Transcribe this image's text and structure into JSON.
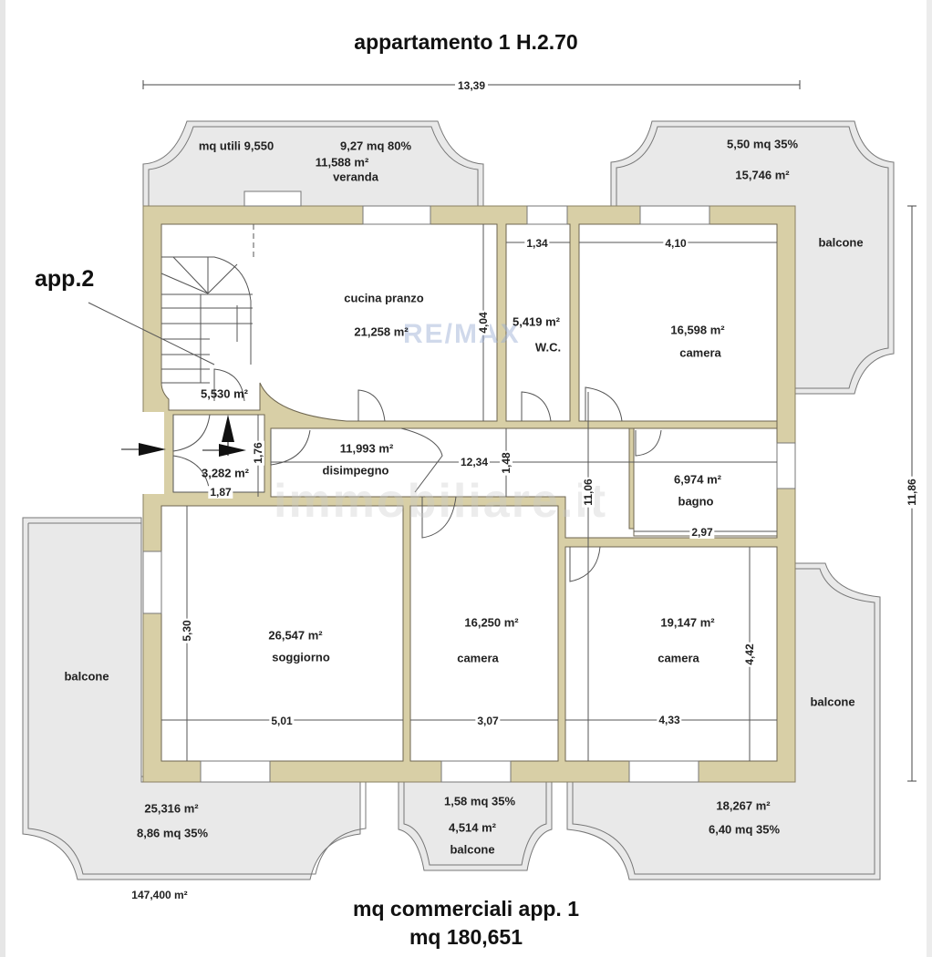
{
  "header": {
    "title": "appartamento 1 H.2.70"
  },
  "dimensions": {
    "overall_width": "13,39",
    "overall_height": "11,86",
    "inner_height": "11,06",
    "corridor_length": "12,34",
    "corridor_width": "1,48",
    "kitchen_height": "4,04",
    "wc_width": "1,34",
    "camera_top_width": "4,10",
    "entry_height": "1,76",
    "entry_width": "1,87",
    "bagno_width": "2,97",
    "soggiorno_height": "5,30",
    "soggiorno_width": "5,01",
    "camera_mid_width": "3,07",
    "camera_right_width": "4,33",
    "camera_right_height": "4,42"
  },
  "annotations": {
    "app2_label": "app.2",
    "veranda_mq_utili": "mq utili 9,550",
    "veranda_pct": "9,27 mq 80%",
    "total_floor": "147,400 m²"
  },
  "rooms": [
    {
      "name": "veranda",
      "area": "11,588 m²"
    },
    {
      "name": "cucina pranzo",
      "area": "21,258 m²"
    },
    {
      "name": "W.C.",
      "area": "5,419 m²"
    },
    {
      "name": "camera",
      "area": "16,598 m²"
    },
    {
      "name": "",
      "area": "5,530 m²"
    },
    {
      "name": "",
      "area": "3,282 m²"
    },
    {
      "name": "disimpegno",
      "area": "11,993 m²"
    },
    {
      "name": "bagno",
      "area": "6,974 m²"
    },
    {
      "name": "soggiorno",
      "area": "26,547 m²"
    },
    {
      "name": "camera",
      "area": "16,250 m²"
    },
    {
      "name": "camera",
      "area": "19,147 m²"
    }
  ],
  "balconies": [
    {
      "name": "balcone",
      "area": "15,746 m²",
      "pct": "5,50 mq 35%"
    },
    {
      "name": "balcone",
      "area": "25,316 m²",
      "pct": "8,86 mq 35%"
    },
    {
      "name": "balcone",
      "area": "4,514 m²",
      "pct": "1,58 mq 35%"
    },
    {
      "name": "balcone",
      "area": "18,267 m²",
      "pct": "6,40 mq 35%"
    }
  ],
  "footer": {
    "line1": "mq commerciali app. 1",
    "line2": "mq 180,651"
  },
  "watermarks": {
    "remax": "RE/MAX",
    "site": "immobiliare.it"
  },
  "colors": {
    "wall": "#d8cfa6",
    "wall_stroke": "#8a8062",
    "balcony": "#e8e8e8",
    "room": "#ffffff"
  }
}
